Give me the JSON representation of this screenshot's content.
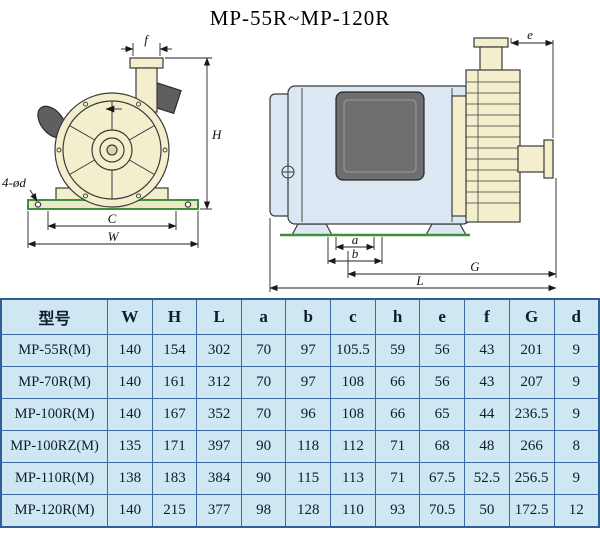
{
  "title": "MP-55R~MP-120R",
  "dims": {
    "f": "f",
    "H": "H",
    "C": "C",
    "W": "W",
    "holes": "4-ød",
    "e": "e",
    "a": "a",
    "b": "b",
    "G": "G",
    "L": "L"
  },
  "table": {
    "headers": [
      "型号",
      "W",
      "H",
      "L",
      "a",
      "b",
      "c",
      "h",
      "e",
      "f",
      "G",
      "d"
    ],
    "rows": [
      {
        "model": "MP-55R(M)",
        "values": [
          "140",
          "154",
          "302",
          "70",
          "97",
          "105.5",
          "59",
          "56",
          "43",
          "201",
          "9"
        ]
      },
      {
        "model": "MP-70R(M)",
        "values": [
          "140",
          "161",
          "312",
          "70",
          "97",
          "108",
          "66",
          "56",
          "43",
          "207",
          "9"
        ]
      },
      {
        "model": "MP-100R(M)",
        "values": [
          "140",
          "167",
          "352",
          "70",
          "96",
          "108",
          "66",
          "65",
          "44",
          "236.5",
          "9"
        ]
      },
      {
        "model": "MP-100RZ(M)",
        "values": [
          "135",
          "171",
          "397",
          "90",
          "118",
          "112",
          "71",
          "68",
          "48",
          "266",
          "8"
        ]
      },
      {
        "model": "MP-110R(M)",
        "values": [
          "138",
          "183",
          "384",
          "90",
          "115",
          "113",
          "71",
          "67.5",
          "52.5",
          "256.5",
          "9"
        ]
      },
      {
        "model": "MP-120R(M)",
        "values": [
          "140",
          "215",
          "377",
          "98",
          "128",
          "110",
          "93",
          "70.5",
          "50",
          "172.5",
          "12"
        ]
      }
    ]
  }
}
